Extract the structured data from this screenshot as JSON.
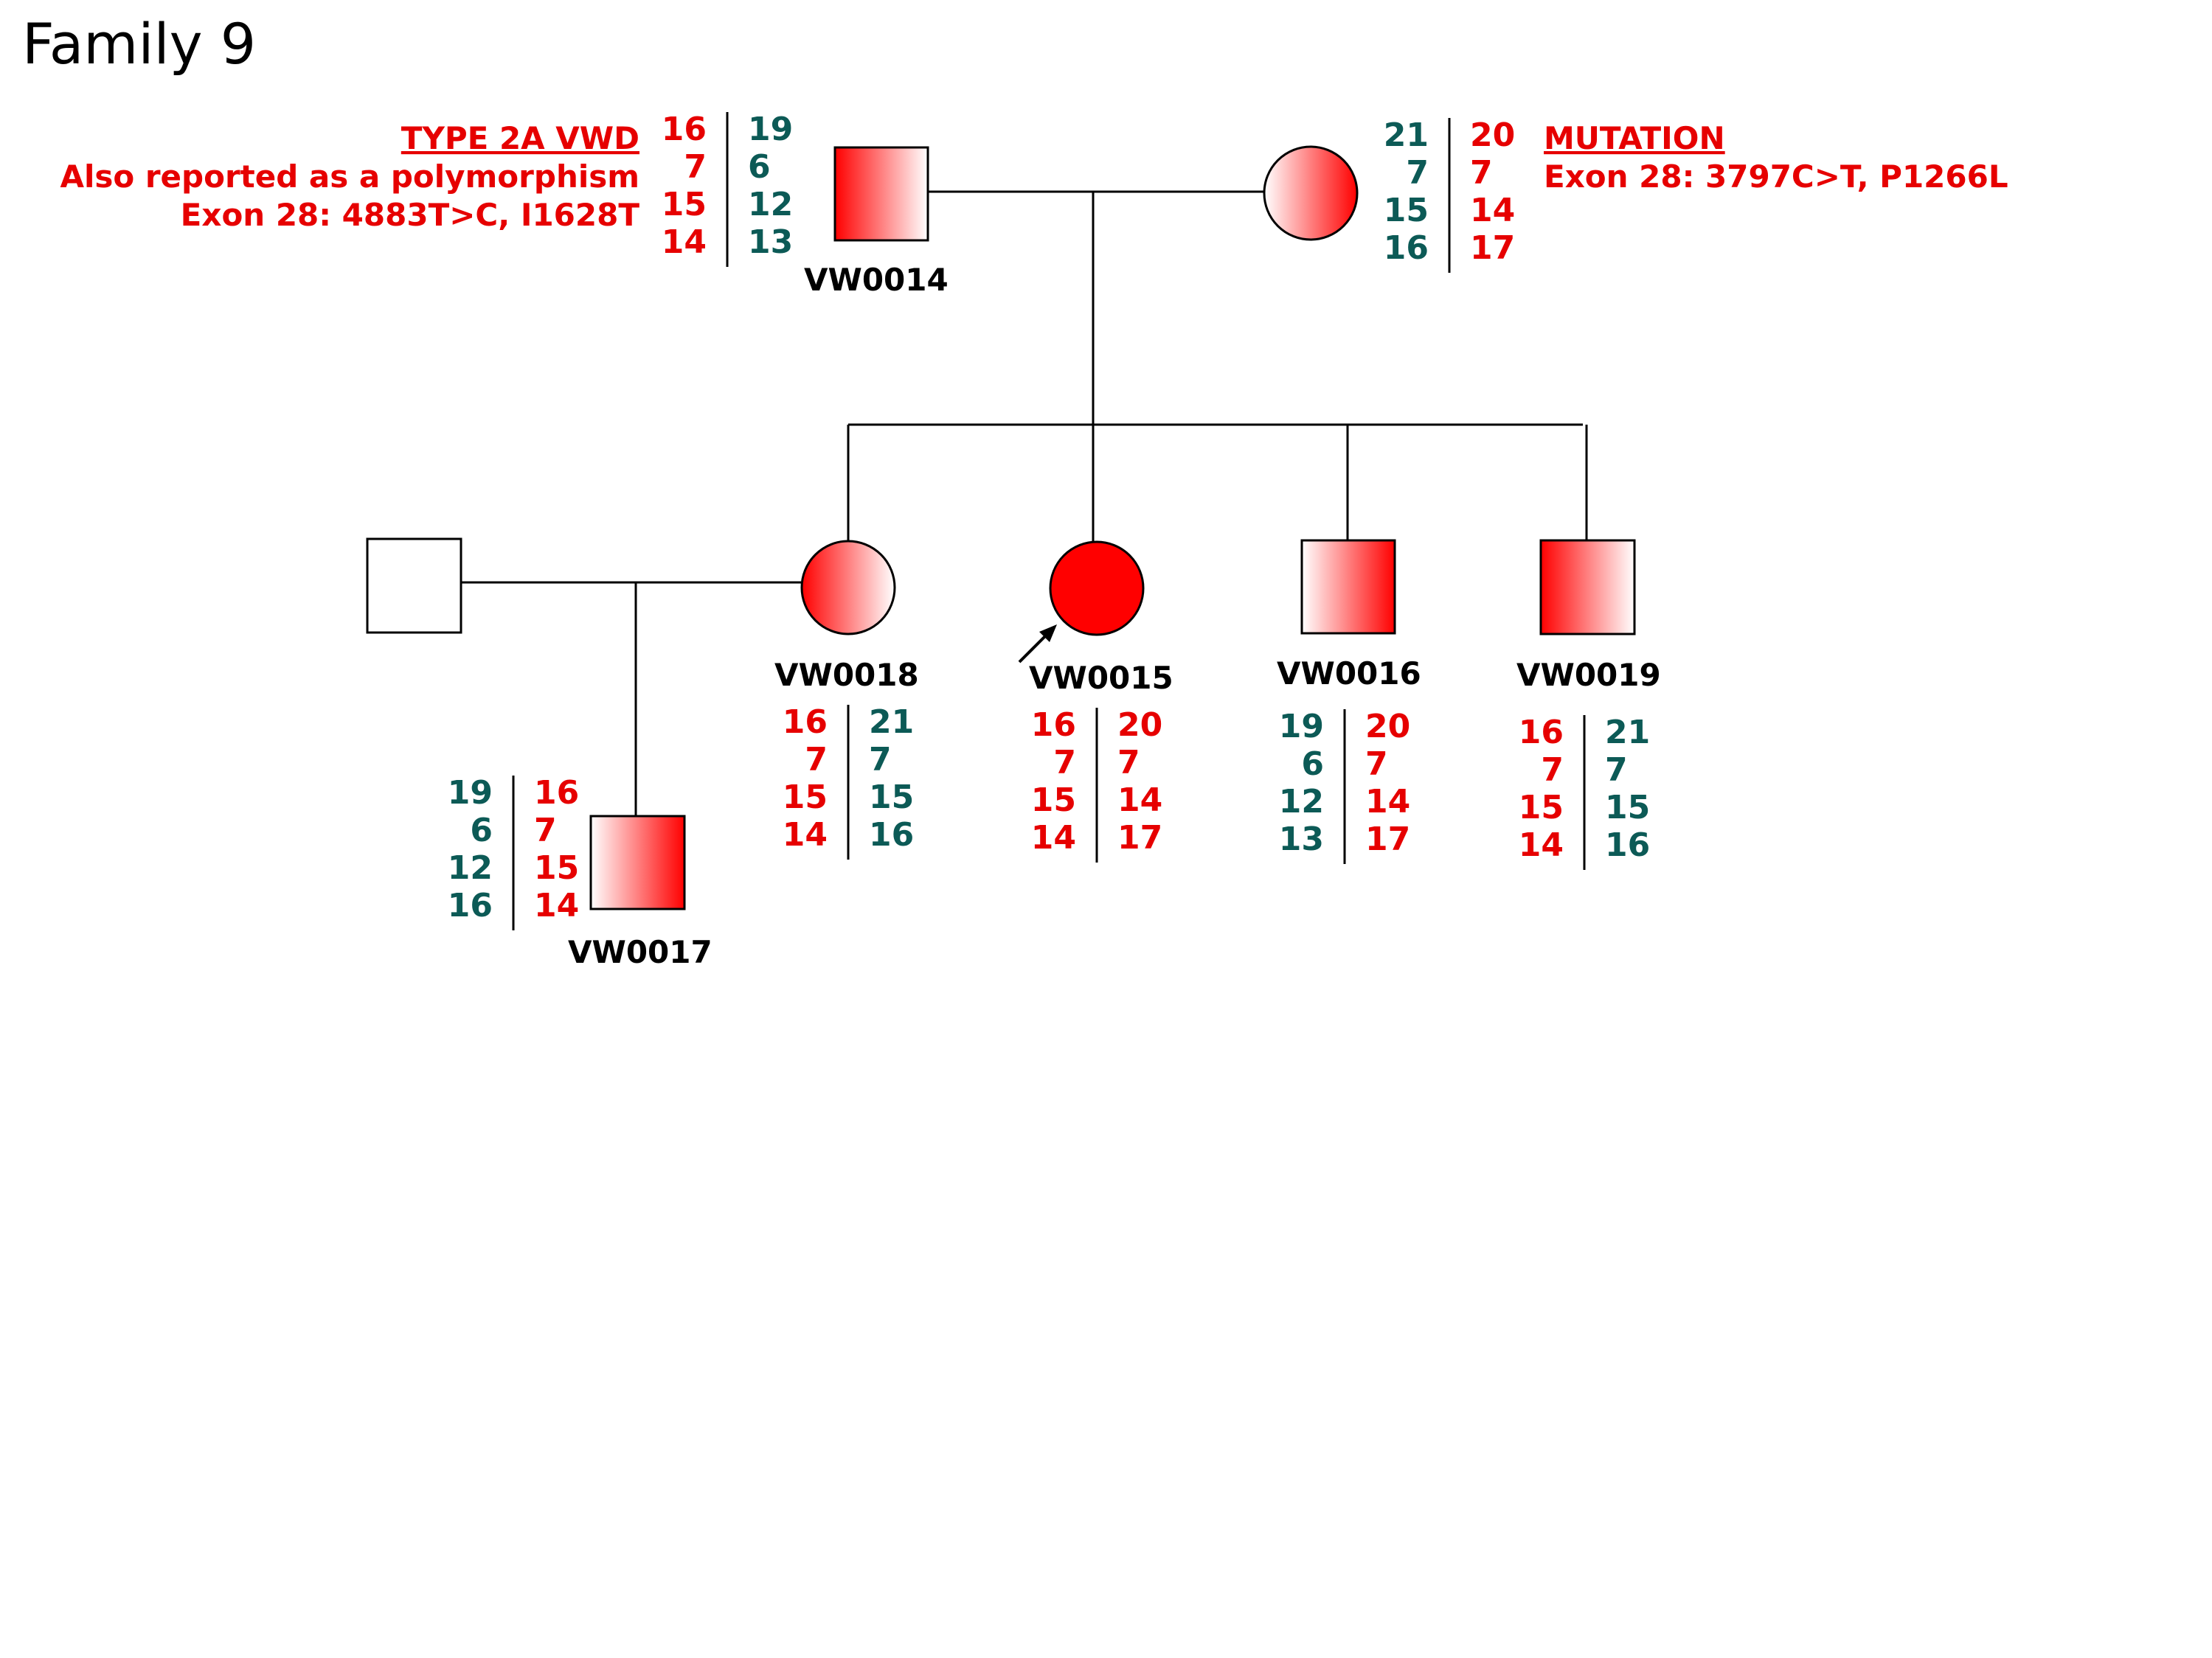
{
  "title": "Family 9",
  "colors": {
    "red": "#e60000",
    "teal": "#0c5a56",
    "line": "#000000",
    "affected_fill": "#ff0000",
    "unaffected_fill": "#ffffff"
  },
  "notes": {
    "left": {
      "heading": "TYPE 2A VWD",
      "line1": "Also reported as a polymorphism",
      "line2": "Exon 28: 4883T>C, I1628T"
    },
    "right": {
      "heading": "MUTATION",
      "line1": "Exon 28: 3797C>T, P1266L"
    }
  },
  "individuals": [
    {
      "id": "VW0014",
      "sex": "male",
      "shading": "gradient-red-to-white",
      "haplotypes": {
        "left": {
          "color": "red",
          "values": [
            "16",
            "7",
            "15",
            "14"
          ]
        },
        "right": {
          "color": "teal",
          "values": [
            "19",
            "6",
            "12",
            "13"
          ]
        }
      }
    },
    {
      "id": "",
      "sex": "female",
      "shading": "gradient-white-to-red",
      "haplotypes": {
        "left": {
          "color": "teal",
          "values": [
            "21",
            "7",
            "15",
            "16"
          ]
        },
        "right": {
          "color": "red",
          "values": [
            "20",
            "7",
            "14",
            "17"
          ]
        }
      }
    },
    {
      "id": "",
      "sex": "male",
      "shading": "none",
      "haplotypes": null
    },
    {
      "id": "VW0018",
      "sex": "female",
      "shading": "gradient-red-to-white",
      "haplotypes": {
        "left": {
          "color": "red",
          "values": [
            "16",
            "7",
            "15",
            "14"
          ]
        },
        "right": {
          "color": "teal",
          "values": [
            "21",
            "7",
            "15",
            "16"
          ]
        }
      }
    },
    {
      "id": "VW0015",
      "sex": "female",
      "shading": "solid-red",
      "proband": true,
      "haplotypes": {
        "left": {
          "color": "red",
          "values": [
            "16",
            "7",
            "15",
            "14"
          ]
        },
        "right": {
          "color": "red",
          "values": [
            "20",
            "7",
            "14",
            "17"
          ]
        }
      }
    },
    {
      "id": "VW0016",
      "sex": "male",
      "shading": "gradient-white-to-red",
      "haplotypes": {
        "left": {
          "color": "teal",
          "values": [
            "19",
            "6",
            "12",
            "13"
          ]
        },
        "right": {
          "color": "red",
          "values": [
            "20",
            "7",
            "14",
            "17"
          ]
        }
      }
    },
    {
      "id": "VW0019",
      "sex": "male",
      "shading": "gradient-red-to-white",
      "haplotypes": {
        "left": {
          "color": "red",
          "values": [
            "16",
            "7",
            "15",
            "14"
          ]
        },
        "right": {
          "color": "teal",
          "values": [
            "21",
            "7",
            "15",
            "16"
          ]
        }
      }
    },
    {
      "id": "VW0017",
      "sex": "male",
      "shading": "gradient-white-to-red",
      "haplotypes": {
        "left": {
          "color": "teal",
          "values": [
            "19",
            "6",
            "12",
            "16"
          ]
        },
        "right": {
          "color": "red",
          "values": [
            "16",
            "7",
            "15",
            "14"
          ]
        }
      }
    }
  ]
}
